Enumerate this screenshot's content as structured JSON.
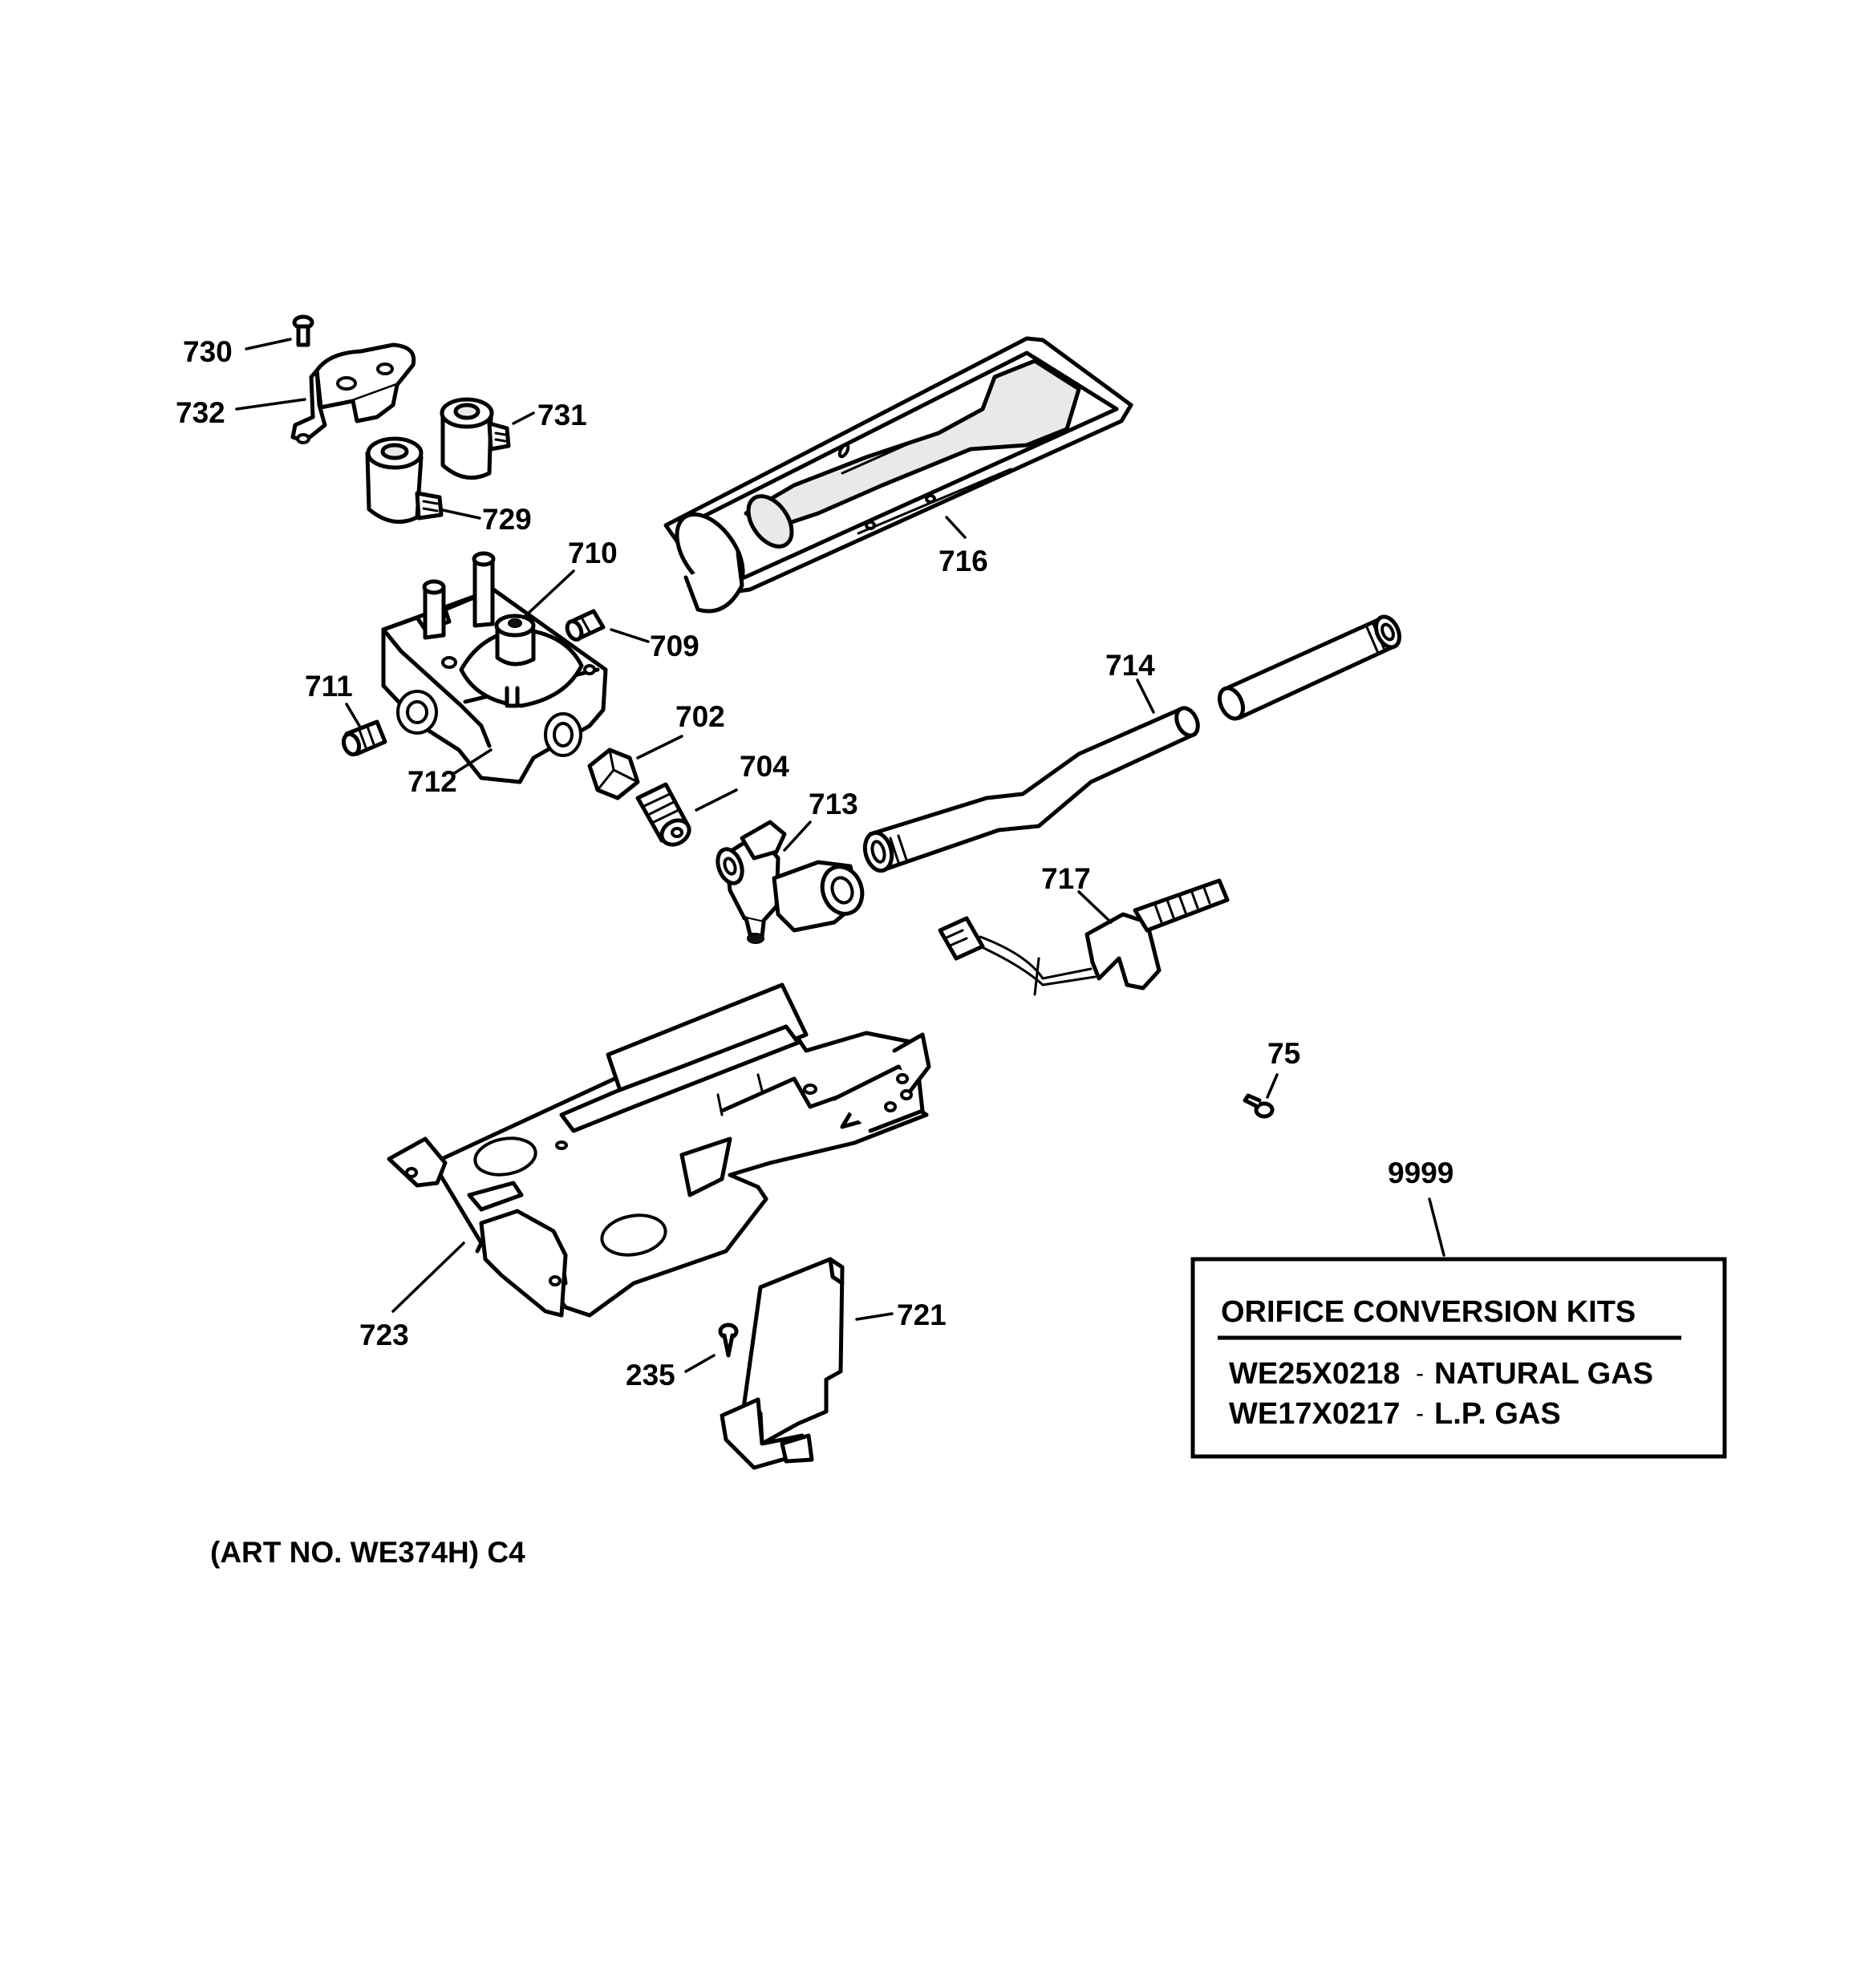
{
  "labels": {
    "p730": "730",
    "p732": "732",
    "p731": "731",
    "p729": "729",
    "p710": "710",
    "p716": "716",
    "p709": "709",
    "p711": "711",
    "p712": "712",
    "p702": "702",
    "p704": "704",
    "p713": "713",
    "p714": "714",
    "p717": "717",
    "p75": "75",
    "p9999": "9999",
    "p723": "723",
    "p721": "721",
    "p235": "235"
  },
  "kit_box": {
    "title": "ORIFICE CONVERSION KITS",
    "rows": [
      {
        "part": "WE25X0218",
        "sep": "-",
        "desc": "NATURAL GAS"
      },
      {
        "part": "WE17X0217",
        "sep": "-",
        "desc": "L.P. GAS"
      }
    ]
  },
  "footer": {
    "art_no": "(ART NO. WE374H) C4"
  }
}
